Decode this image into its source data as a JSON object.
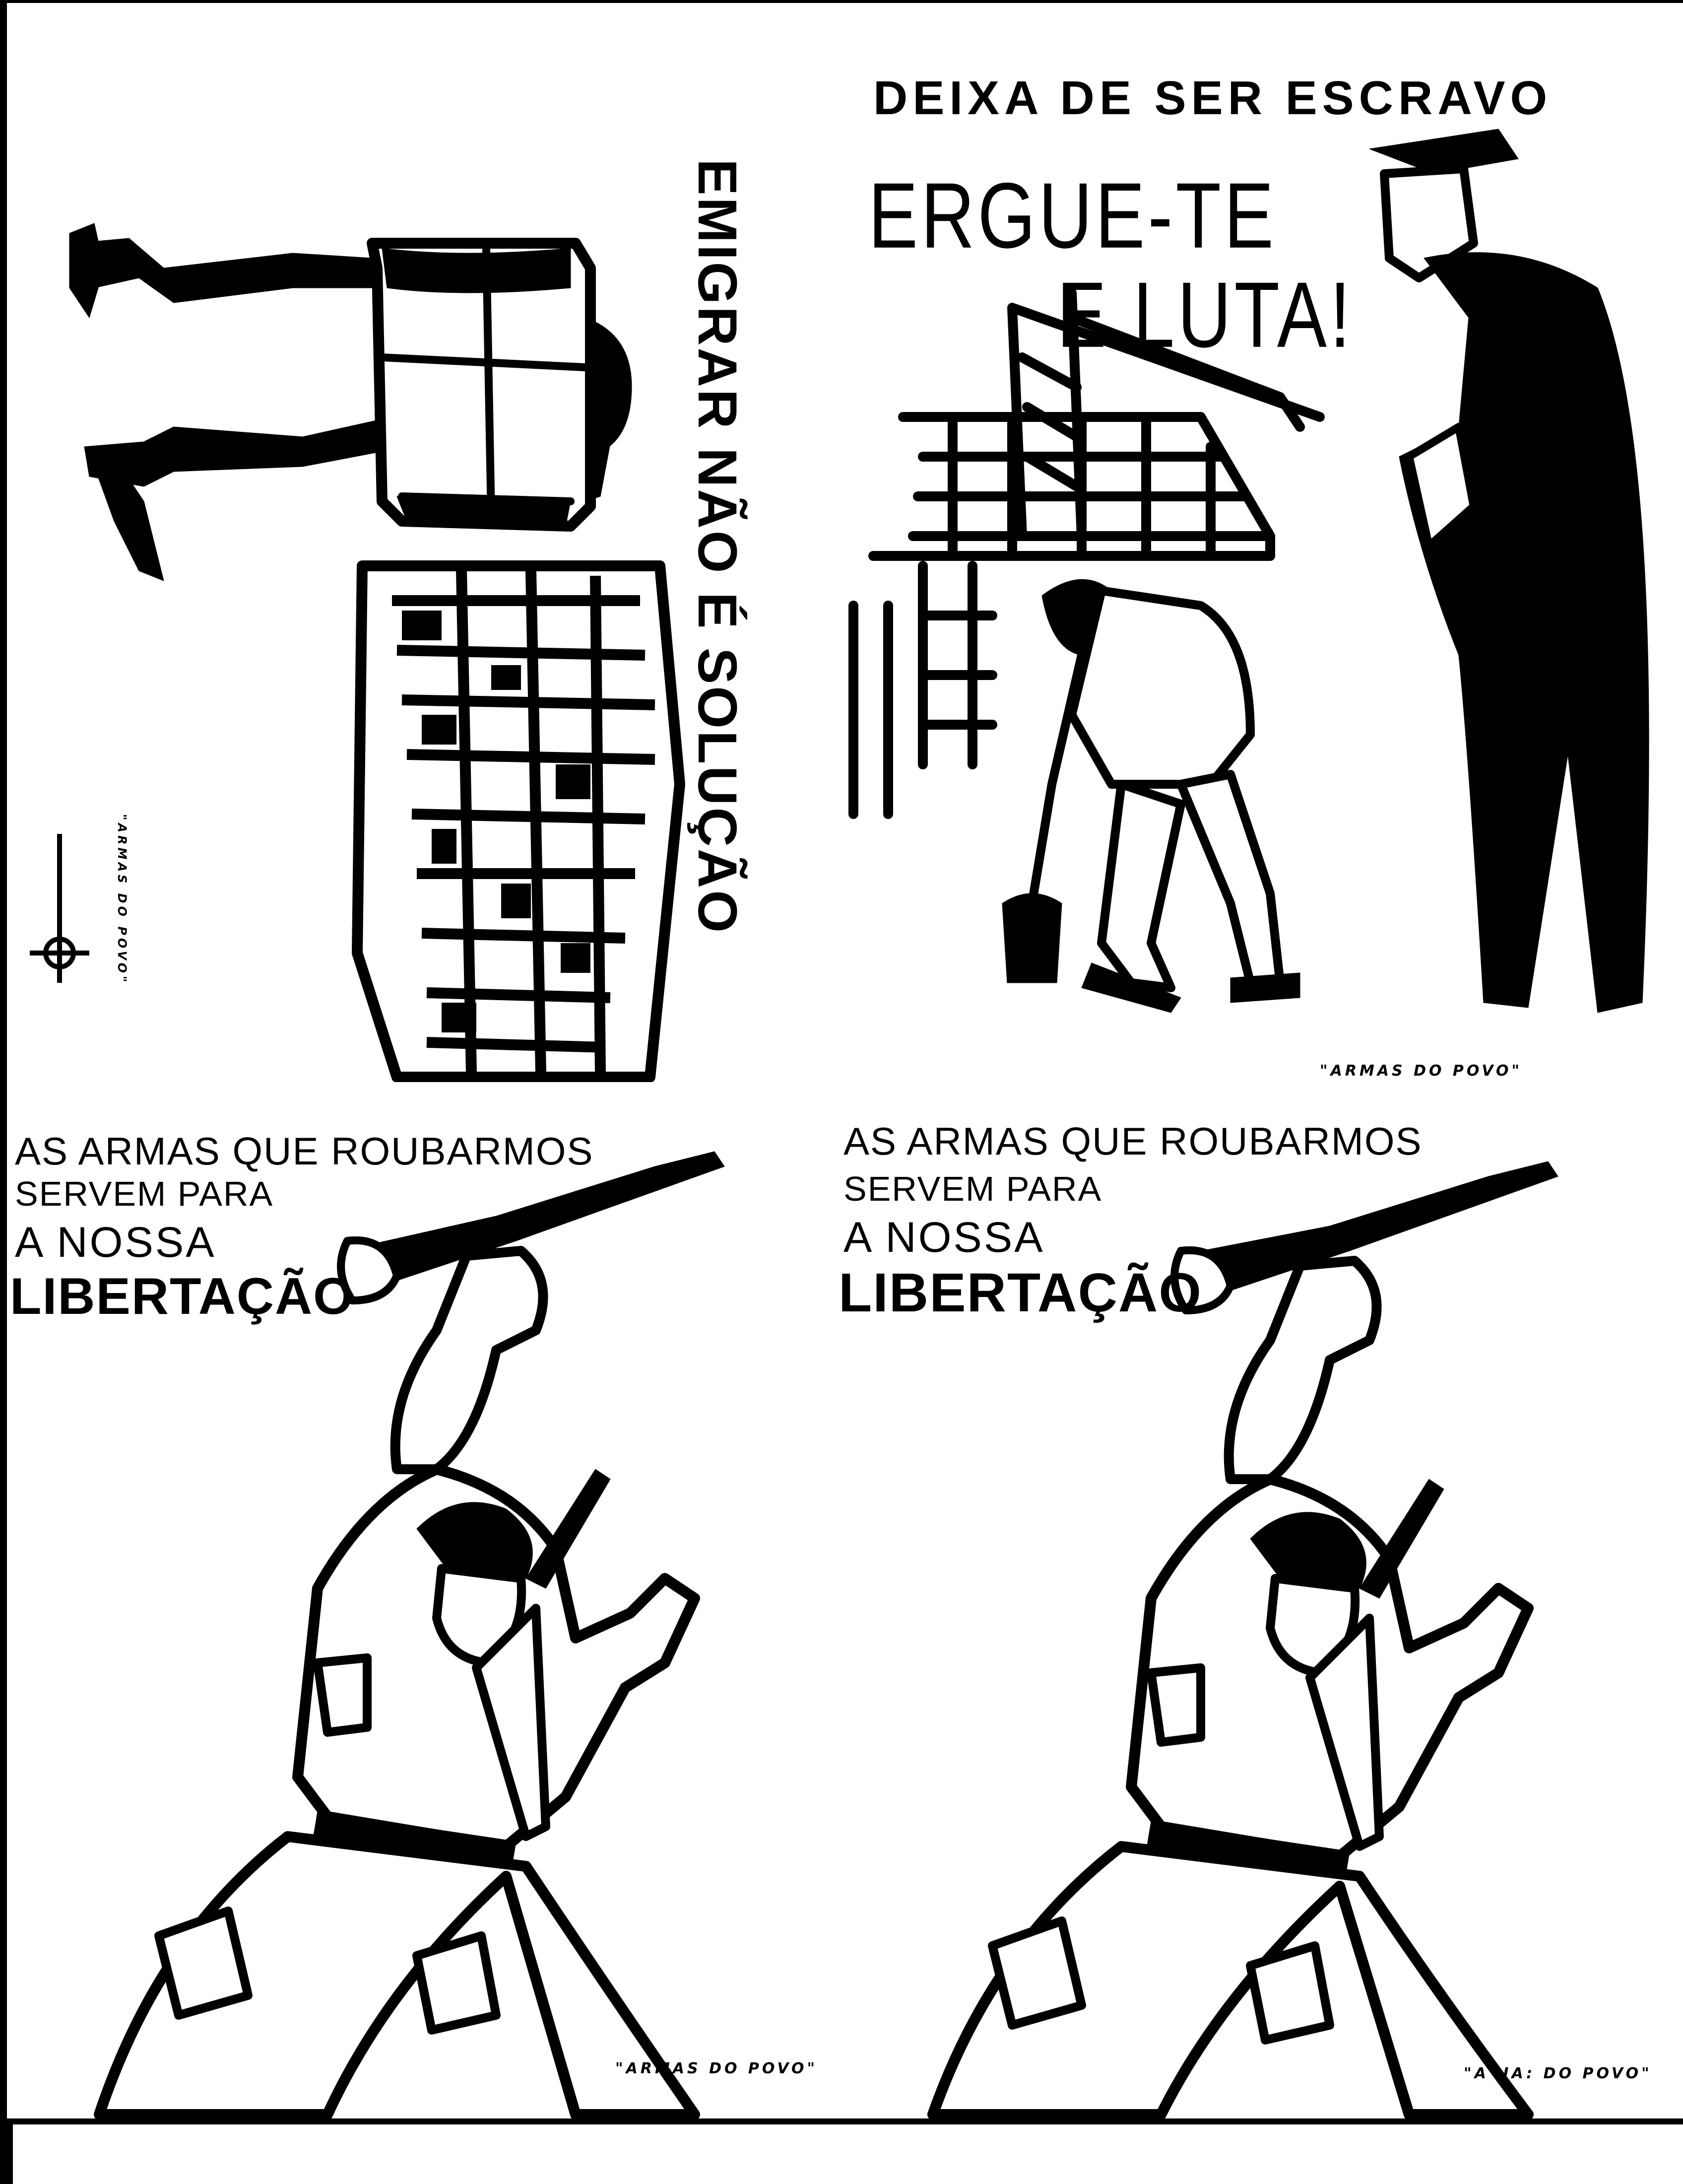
{
  "panels": {
    "emigrar": {
      "slogan": "EMIGRAR NÃO É SOLUÇÃO",
      "credit": "\"ARMAS DO POVO\""
    },
    "escravo": {
      "line1": "DEIXA DE SER ESCRAVO",
      "line2": "ERGUE-TE",
      "line3": "E LUTA!",
      "credit": "\"ARMAS DO POVO\""
    },
    "armas_left": {
      "line1": "AS ARMAS QUE ROUBARMOS",
      "line2": "SERVEM PARA",
      "line3": "A NOSSA",
      "line4": "LIBERTAÇÃO",
      "credit": "\"ARMAS DO POVO\""
    },
    "armas_right": {
      "line1": "AS ARMAS QUE ROUBARMOS",
      "line2": "SERVEM PARA",
      "line3": "A NOSSA",
      "line4": "LIBERTAÇÃO",
      "credit": "\"A  IA: DO POVO\""
    }
  },
  "colors": {
    "ink": "#000000",
    "paper": "#ffffff"
  }
}
